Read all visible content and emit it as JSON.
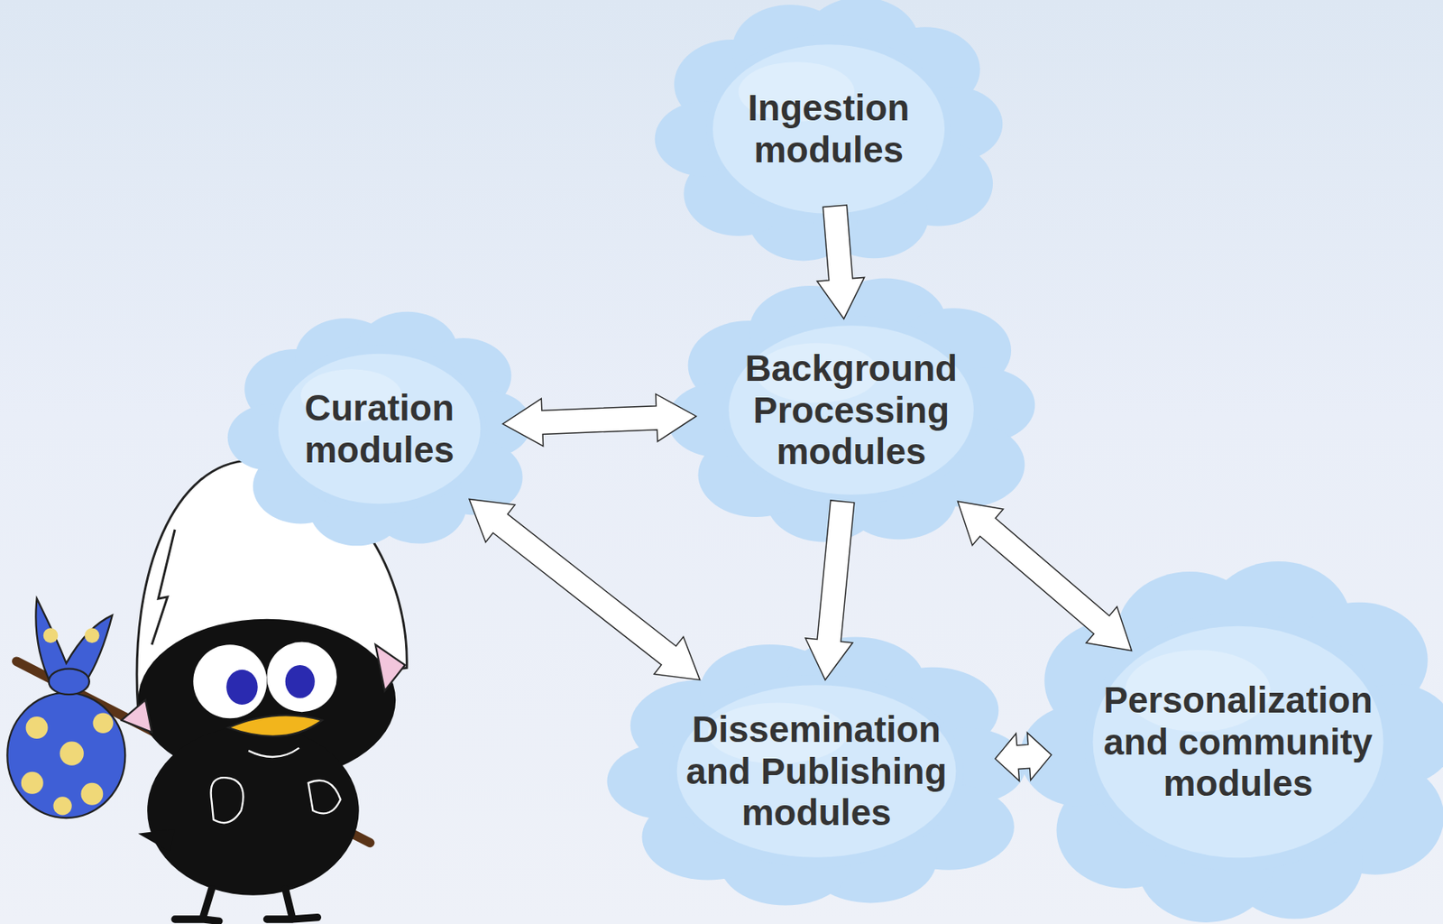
{
  "diagram": {
    "nodes": [
      {
        "text": [
          "Ingestion modules"
        ]
      },
      {
        "text": [
          "Curation modules"
        ]
      },
      {
        "text": [
          "Background Processing modules"
        ]
      },
      {
        "text": [
          "Dissemination and Publishing modules"
        ]
      },
      {
        "text": [
          "Personalization and community modules"
        ]
      }
    ],
    "edges": [
      {
        "from": 0,
        "to": 2,
        "arrow": "to"
      },
      {
        "from": 1,
        "to": 2,
        "arrow": "both"
      },
      {
        "from": 2,
        "to": 3,
        "arrow": "to"
      },
      {
        "from": 1,
        "to": 3,
        "arrow": "both"
      },
      {
        "from": 2,
        "to": 4,
        "arrow": "both"
      },
      {
        "from": 3,
        "to": 4,
        "arrow": "both"
      }
    ]
  }
}
